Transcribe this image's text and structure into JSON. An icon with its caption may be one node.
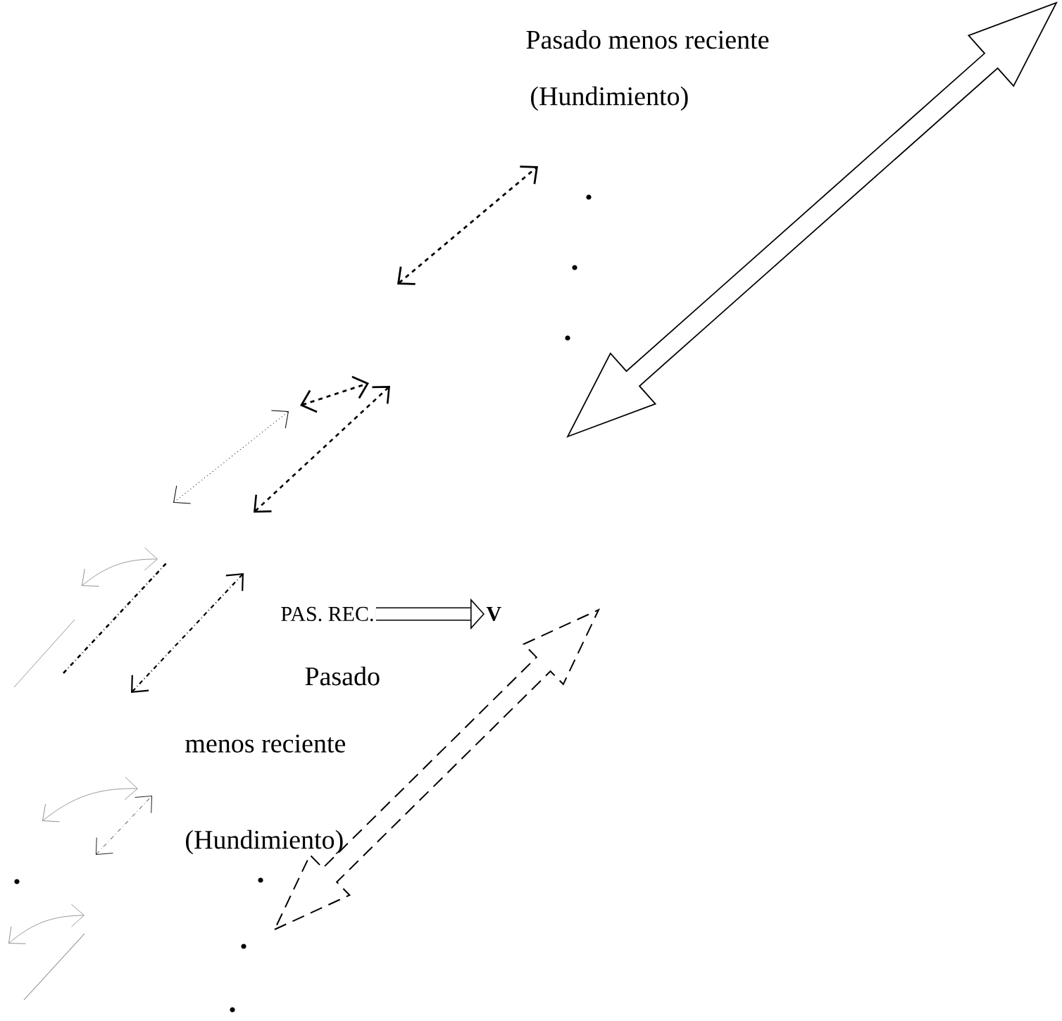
{
  "diagram": {
    "nodes": [
      {
        "text": [
          "PAS. REC."
        ]
      },
      {
        "text": [
          "V"
        ]
      }
    ],
    "edges": [
      {
        "from": 0,
        "to": 1,
        "arrow": "to"
      }
    ],
    "labels": [
      "Pasado menos reciente",
      "(Hundimiento)",
      "Pasado",
      "menos reciente",
      "(Hundimiento)"
    ]
  }
}
